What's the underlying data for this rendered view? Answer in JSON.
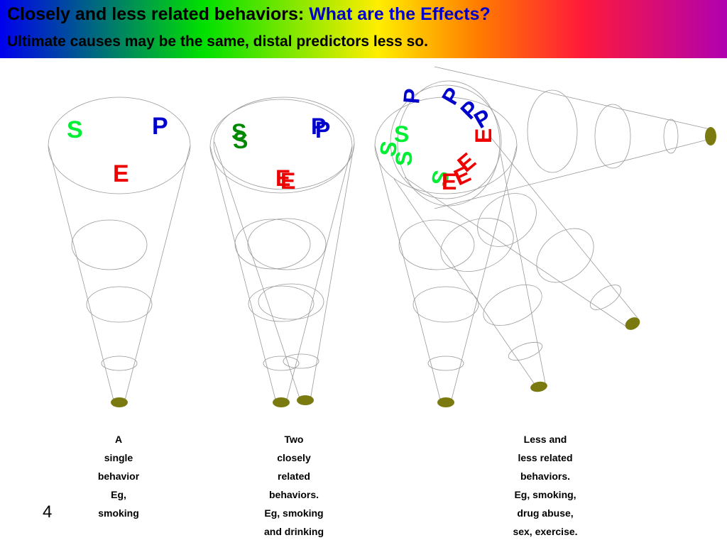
{
  "header": {
    "title_black": "Closely and less related behaviors:",
    "title_blue": "What are the Effects?",
    "subtitle": "Ultimate causes may be the same, distal predictors less so.",
    "colors": {
      "blue": "#0000cc",
      "green": "#00ee33",
      "dark_green": "#008800",
      "red": "#ee0000",
      "apex": "#7a7a10"
    }
  },
  "diagram": {
    "letters": {
      "s": "S",
      "p": "P",
      "e": "E"
    },
    "captions": {
      "single": [
        "A",
        "single",
        "behavior",
        "Eg,",
        "smoking"
      ],
      "two": [
        "Two",
        "closely",
        "related",
        "behaviors.",
        "Eg, smoking",
        "and drinking"
      ],
      "less": [
        "Less and",
        "less related",
        "behaviors.",
        "Eg, smoking,",
        "drug abuse,",
        "sex, exercise."
      ]
    }
  },
  "footer": {
    "page_number": "4"
  }
}
